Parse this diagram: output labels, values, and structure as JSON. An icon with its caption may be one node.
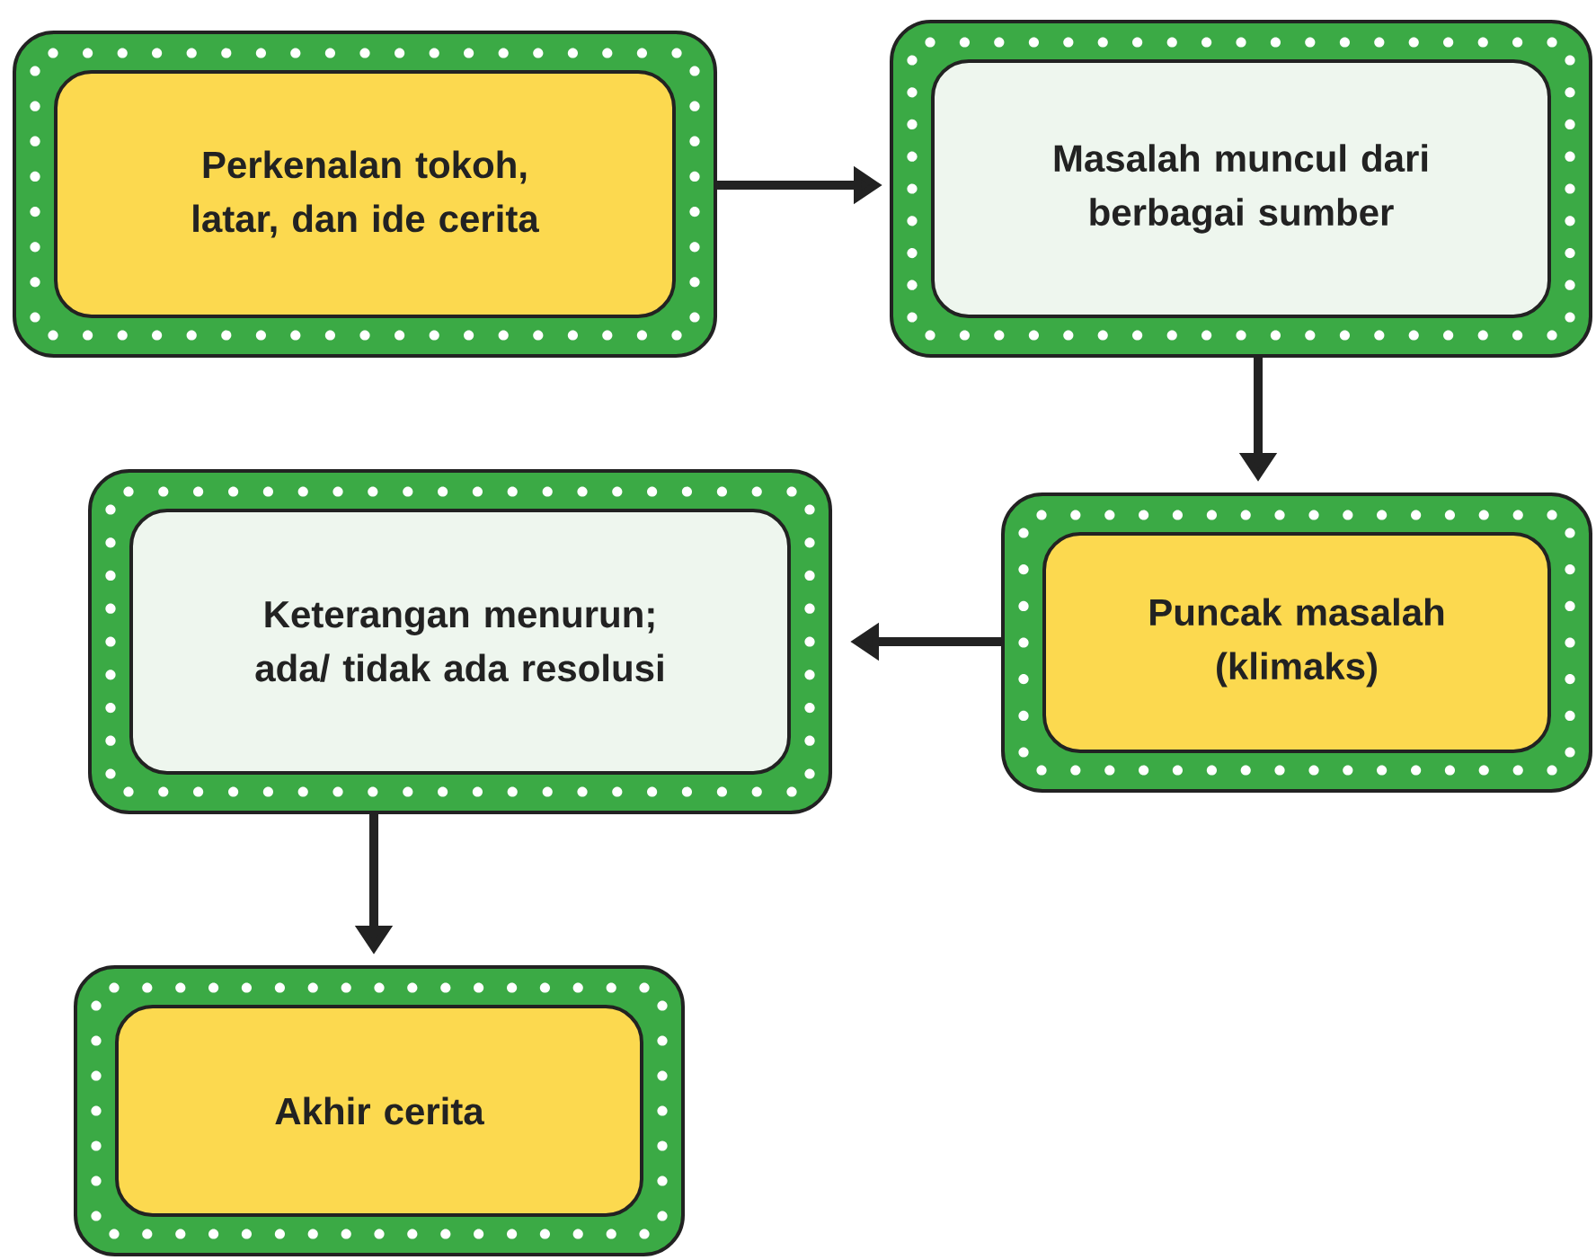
{
  "diagram": {
    "nodes": [
      {
        "text": [
          "Perkenalan tokoh, latar, dan ide cerita"
        ]
      },
      {
        "text": [
          "Masalah muncul dari berbagai sumber"
        ]
      },
      {
        "text": [
          "Puncak masalah (klimaks)"
        ]
      },
      {
        "text": [
          "Keterangan menurun; ada/ tidak ada resolusi"
        ]
      },
      {
        "text": [
          "Akhir cerita"
        ]
      }
    ],
    "edges": [
      {
        "from": 0,
        "to": 1,
        "arrow": "to"
      },
      {
        "from": 1,
        "to": 2,
        "arrow": "to"
      },
      {
        "from": 2,
        "to": 3,
        "arrow": "to"
      },
      {
        "from": 3,
        "to": 4,
        "arrow": "to"
      }
    ]
  }
}
